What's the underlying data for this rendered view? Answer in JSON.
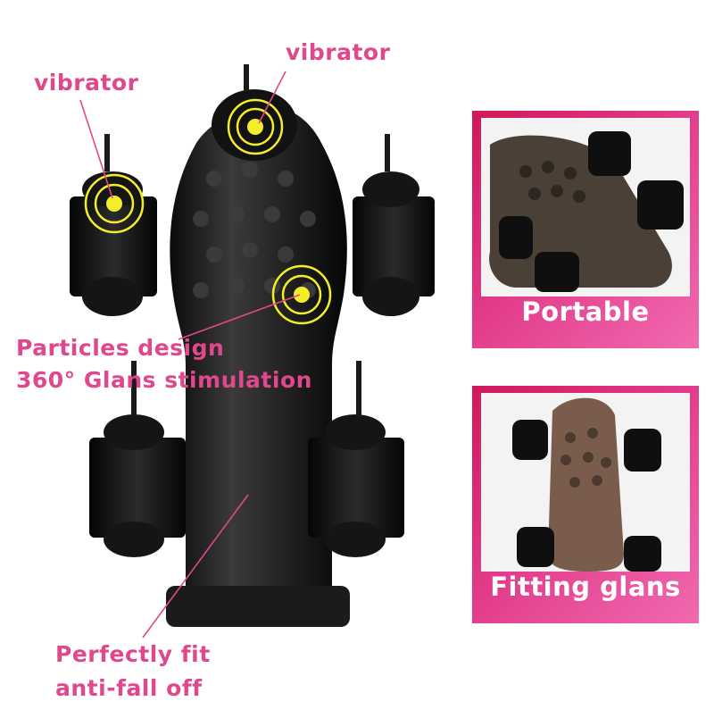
{
  "callouts": {
    "vibrator_left": "vibrator",
    "vibrator_top": "vibrator",
    "particles_line1": "Particles design",
    "particles_line2": "360° Glans stimulation",
    "fit_line1": "Perfectly fit",
    "fit_line2": "anti-fall off"
  },
  "panels": [
    {
      "caption": "Portable"
    },
    {
      "caption": "Fitting glans"
    }
  ],
  "colors": {
    "callout_text": "#e0478d",
    "marker_ring": "#f4ee2a",
    "panel_start": "#d0185a",
    "panel_end": "#f06ab0",
    "product_body": "#151515"
  }
}
